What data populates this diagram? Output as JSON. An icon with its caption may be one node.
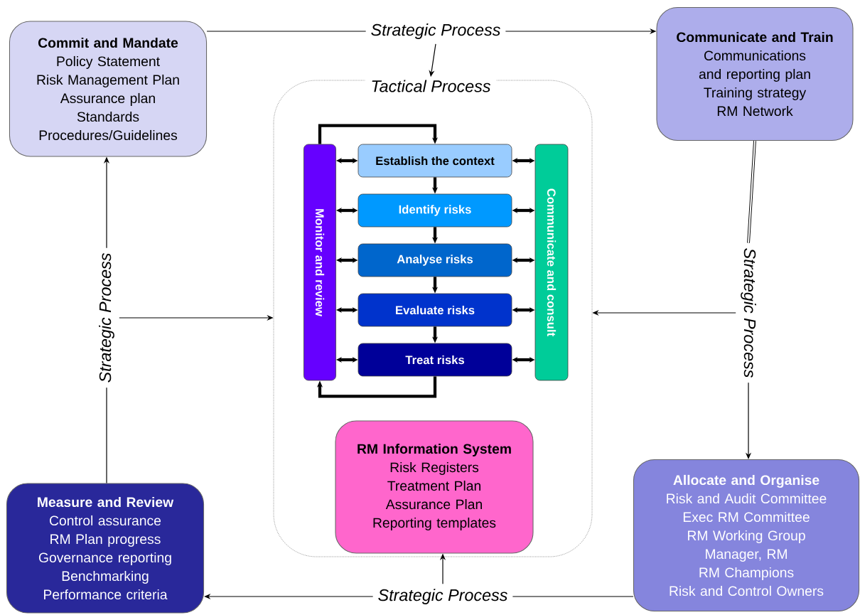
{
  "diagram": {
    "nodes": [
      {
        "text": [
          "Commit and Mandate",
          "Policy Statement",
          "Risk Management Plan",
          "Assurance plan",
          "Standards",
          "Procedures/Guidelines"
        ]
      },
      {
        "text": [
          "Strategic Process"
        ]
      },
      {
        "text": [
          "Communicate and Train",
          "Communications and reporting plan",
          "Training strategy",
          "RM Network"
        ]
      },
      {
        "text": [
          "Tactical Process"
        ]
      },
      {
        "text": [
          "Monitor and review"
        ],
        "in": 3
      },
      {
        "text": [
          "Establish the context"
        ],
        "in": 3
      },
      {
        "text": [
          "Identify risks"
        ],
        "in": 3
      },
      {
        "text": [
          "Analyse risks"
        ],
        "in": 3
      },
      {
        "text": [
          "Evaluate risks"
        ],
        "in": 3
      },
      {
        "text": [
          "Treat risks"
        ],
        "in": 3
      },
      {
        "text": [
          "Communicate and consult"
        ],
        "in": 3
      },
      {
        "text": [
          "RM Information System",
          "Risk Registers",
          "Treatment Plan",
          "Assurance Plan",
          "Reporting templates"
        ],
        "in": 3
      },
      {
        "text": [
          "Strategic Process"
        ]
      },
      {
        "text": [
          "Strategic Process"
        ]
      },
      {
        "text": [
          "Measure and Review",
          "Control assurance",
          "RM Plan progress",
          "Governance reporting",
          "Benchmarking",
          "Performance criteria"
        ]
      },
      {
        "text": [
          "Strategic Process"
        ]
      },
      {
        "text": [
          "Allocate and Organise",
          "Risk and Audit Committee",
          "Exec RM Committee",
          "RM Working Group",
          "Manager, RM",
          "RM Champions",
          "Risk and Control Owners"
        ]
      }
    ],
    "edges": [
      {
        "from": 0,
        "to": 1,
        "arrow": "none"
      },
      {
        "from": 1,
        "to": 2,
        "arrow": "to"
      },
      {
        "from": 1,
        "to": 3,
        "arrow": "to"
      },
      {
        "from": 2,
        "to": 13,
        "arrow": "none"
      },
      {
        "from": 13,
        "to": 16,
        "arrow": "to"
      },
      {
        "from": 13,
        "to": 3,
        "arrow": "to"
      },
      {
        "from": 16,
        "to": 15,
        "arrow": "none"
      },
      {
        "from": 15,
        "to": 14,
        "arrow": "to"
      },
      {
        "from": 15,
        "to": 11,
        "arrow": "to"
      },
      {
        "from": 14,
        "to": 12,
        "arrow": "none"
      },
      {
        "from": 12,
        "to": 0,
        "arrow": "to"
      },
      {
        "from": 12,
        "to": 3,
        "arrow": "to"
      },
      {
        "from": 4,
        "to": 5,
        "arrow": "to"
      },
      {
        "from": 5,
        "to": 6,
        "arrow": "to"
      },
      {
        "from": 6,
        "to": 7,
        "arrow": "to"
      },
      {
        "from": 7,
        "to": 8,
        "arrow": "to"
      },
      {
        "from": 8,
        "to": 9,
        "arrow": "to"
      },
      {
        "from": 9,
        "to": 4,
        "arrow": "to"
      },
      {
        "from": 4,
        "to": 5,
        "arrow": "both"
      },
      {
        "from": 4,
        "to": 6,
        "arrow": "both"
      },
      {
        "from": 4,
        "to": 7,
        "arrow": "both"
      },
      {
        "from": 4,
        "to": 8,
        "arrow": "both"
      },
      {
        "from": 4,
        "to": 9,
        "arrow": "both"
      },
      {
        "from": 5,
        "to": 10,
        "arrow": "both"
      },
      {
        "from": 6,
        "to": 10,
        "arrow": "both"
      },
      {
        "from": 7,
        "to": 10,
        "arrow": "both"
      },
      {
        "from": 8,
        "to": 10,
        "arrow": "both"
      },
      {
        "from": 9,
        "to": 10,
        "arrow": "both"
      }
    ]
  }
}
